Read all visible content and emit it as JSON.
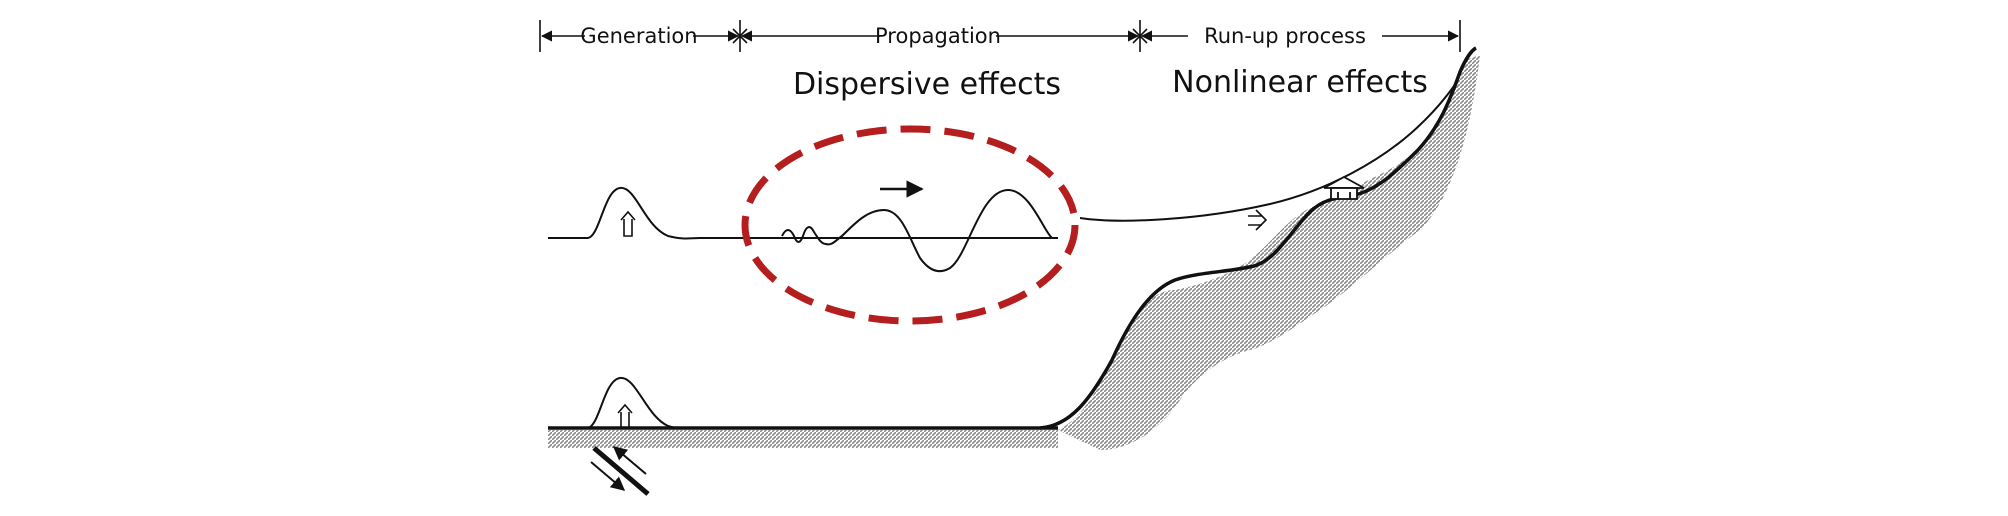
{
  "phases": [
    {
      "label": "Generation"
    },
    {
      "label": "Propagation"
    },
    {
      "label": "Run-up process"
    }
  ],
  "effects": {
    "dispersive": "Dispersive effects",
    "nonlinear": "Nonlinear effects"
  },
  "colors": {
    "ink": "#111111",
    "highlight": "#b41e1e",
    "hatch": "#9a9a9a"
  },
  "icons": [
    "arrow-right-icon",
    "hollow-arrow-up-icon",
    "hollow-arrow-right-icon",
    "house-icon",
    "fault-slip-icon"
  ]
}
